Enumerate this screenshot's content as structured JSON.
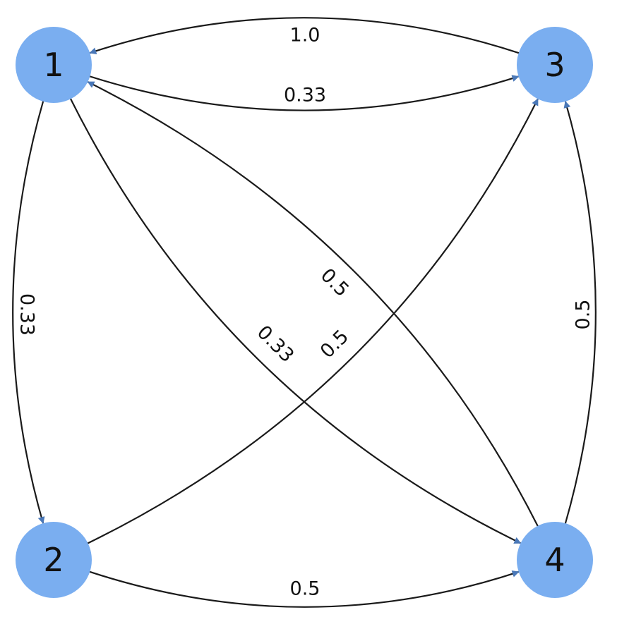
{
  "graph": {
    "node_color": "#7aaef0",
    "edge_color": "#1a1a1a",
    "arrow_color": "#4a78b8",
    "nodes": [
      {
        "id": "1"
      },
      {
        "id": "2"
      },
      {
        "id": "3"
      },
      {
        "id": "4"
      }
    ],
    "edges": [
      {
        "from": "3",
        "to": "1",
        "weight": "1.0"
      },
      {
        "from": "1",
        "to": "3",
        "weight": "0.33"
      },
      {
        "from": "1",
        "to": "2",
        "weight": "0.33"
      },
      {
        "from": "1",
        "to": "4",
        "weight": "0.33"
      },
      {
        "from": "4",
        "to": "1",
        "weight": "0.5"
      },
      {
        "from": "2",
        "to": "3",
        "weight": "0.5"
      },
      {
        "from": "4",
        "to": "3",
        "weight": "0.5"
      },
      {
        "from": "2",
        "to": "4",
        "weight": "0.5"
      }
    ]
  }
}
